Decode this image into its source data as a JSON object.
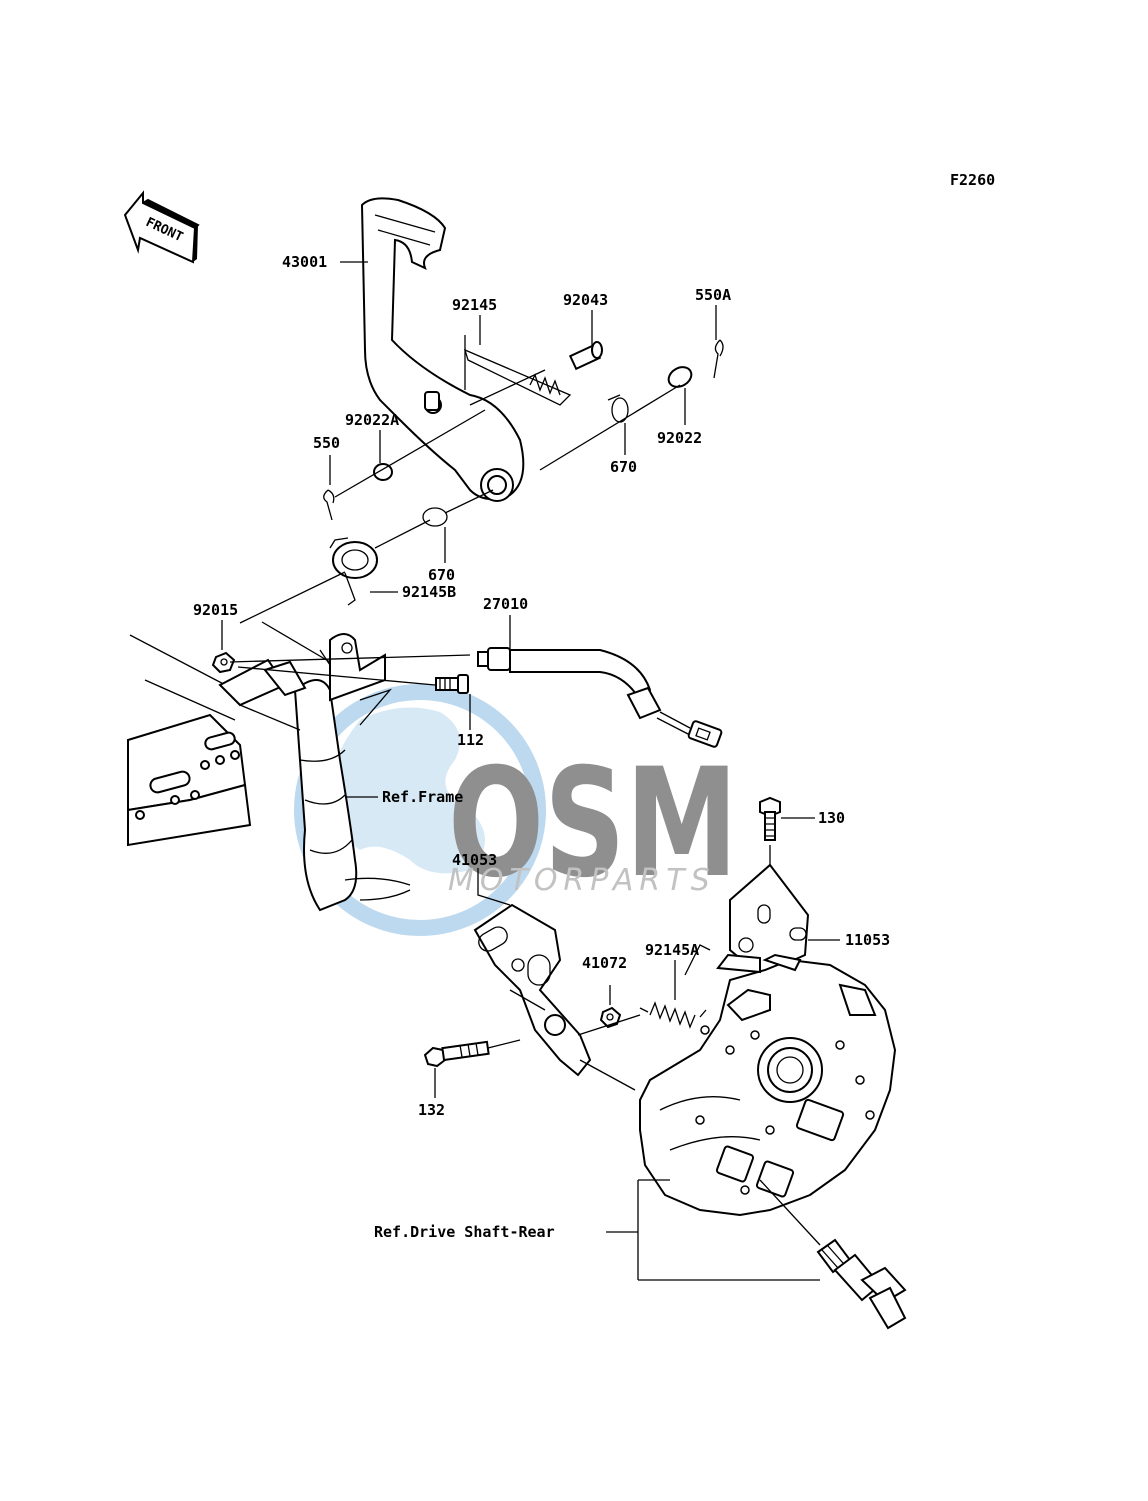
{
  "diagram_code": "F2260",
  "front_indicator": "FRONT",
  "watermark": {
    "brand": "OSM",
    "sub": "MOTORPARTS",
    "brand_color": "#8f8f8f",
    "globe_color": "#bcd9ef"
  },
  "labels": {
    "p43001": "43001",
    "p92145": "92145",
    "p92043": "92043",
    "p550A": "550A",
    "p92022A": "92022A",
    "p550": "550",
    "p670a": "670",
    "p92022": "92022",
    "p670b": "670",
    "p92145B": "92145B",
    "p92015": "92015",
    "p27010": "27010",
    "p112": "112",
    "ref_frame": "Ref.Frame",
    "p130": "130",
    "p41053": "41053",
    "p11053": "11053",
    "p41072": "41072",
    "p92145A": "92145A",
    "p132": "132",
    "ref_drive": "Ref.Drive Shaft-Rear"
  }
}
